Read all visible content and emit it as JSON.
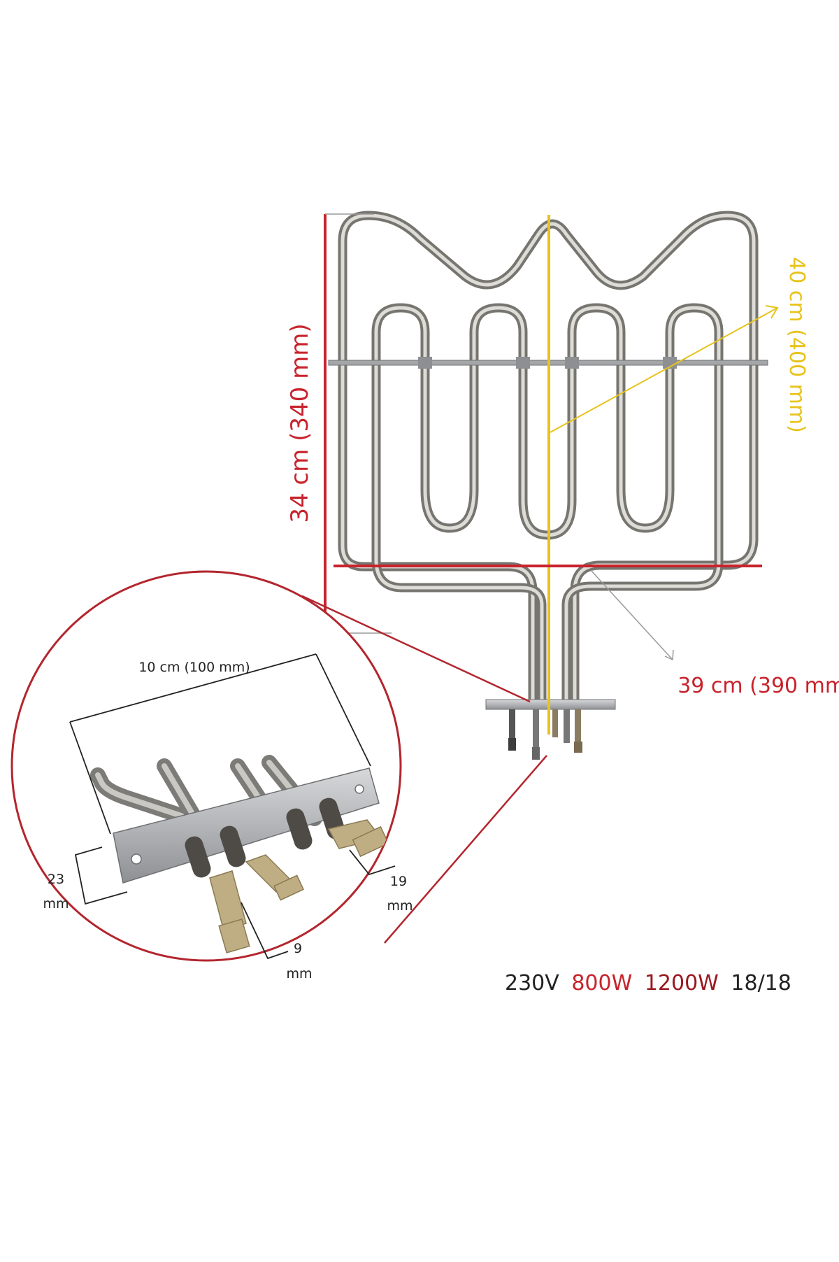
{
  "dimensions": {
    "height": "34 cm (340 mm)",
    "depth": "40 cm (400 mm)",
    "width": "39 cm (390 mm)",
    "terminal_plate_length": "10 cm (100 mm)",
    "plate_height_value": "23",
    "terminal_width_value": "9",
    "terminal_spacing_value": "19",
    "unit_mm": "mm"
  },
  "specs": {
    "voltage": "230V",
    "power_low": "800W",
    "power_high": "1200W",
    "steel_grade": "18/18"
  },
  "colors": {
    "height_line": "#c8232c",
    "depth_line": "#e8c31a",
    "width_line": "#c8232c",
    "label_dark": "#222222",
    "tube": "#9a9893",
    "callout": "#b3262e"
  }
}
